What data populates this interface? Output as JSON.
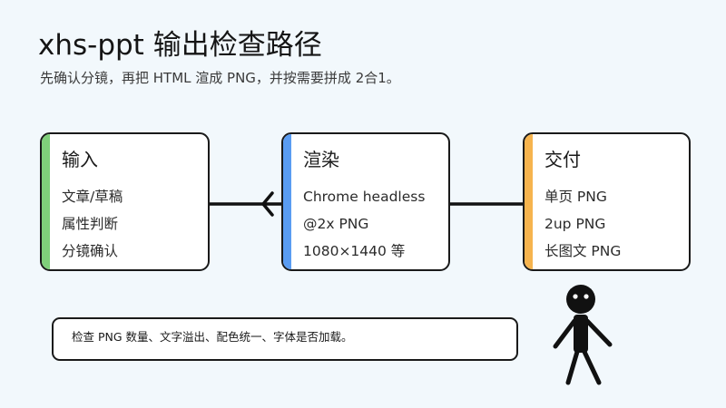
{
  "header": {
    "title": "xhs-ppt 输出检查路径",
    "subtitle": "先确认分镜，再把 HTML 渲成 PNG，并按需要拼成 2合1。"
  },
  "stages": [
    {
      "title": "输入",
      "accent_color": "#7fcf7a",
      "items": [
        "文章/草稿",
        "属性判断",
        "分镜确认"
      ]
    },
    {
      "title": "渲染",
      "accent_color": "#5a9cf2",
      "items": [
        "Chrome headless",
        "@2x PNG",
        "1080×1440 等"
      ]
    },
    {
      "title": "交付",
      "accent_color": "#f6b44e",
      "items": [
        "单页 PNG",
        "2up PNG",
        "长图文 PNG"
      ]
    }
  ],
  "note": {
    "text": "检查 PNG 数量、文字溢出、配色统一、字体是否加载。"
  },
  "figure": {
    "icon": "stick-figure-icon"
  }
}
